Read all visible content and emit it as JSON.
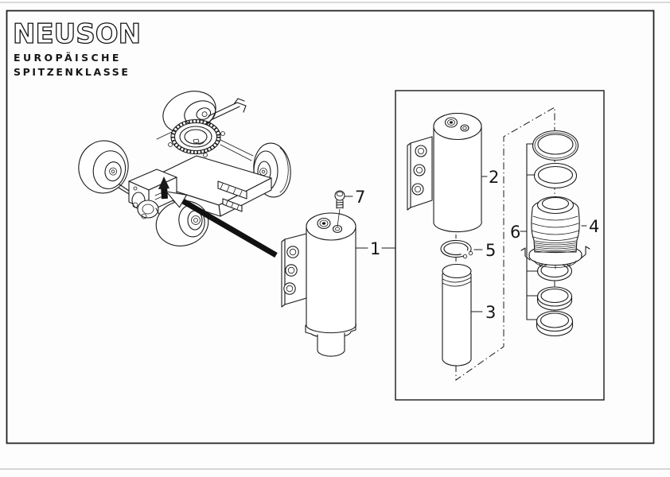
{
  "logo": {
    "brand": "NEUSON",
    "tagline_line1": "EUROPÄISCHE",
    "tagline_line2": "SPITZENKLASSE"
  },
  "diagram": {
    "type": "exploded-parts-drawing",
    "callouts": [
      {
        "number": "1",
        "part": "cylinder-assembly"
      },
      {
        "number": "2",
        "part": "cylinder-body"
      },
      {
        "number": "3",
        "part": "piston-rod"
      },
      {
        "number": "4",
        "part": "guide-bushing"
      },
      {
        "number": "5",
        "part": "snap-ring"
      },
      {
        "number": "6",
        "part": "seal-kit"
      },
      {
        "number": "7",
        "part": "screw"
      }
    ]
  },
  "colors": {
    "ink": "#1a1a1a",
    "paper": "#fdfdfd",
    "scan_edge_line": "#c9c9c9"
  }
}
